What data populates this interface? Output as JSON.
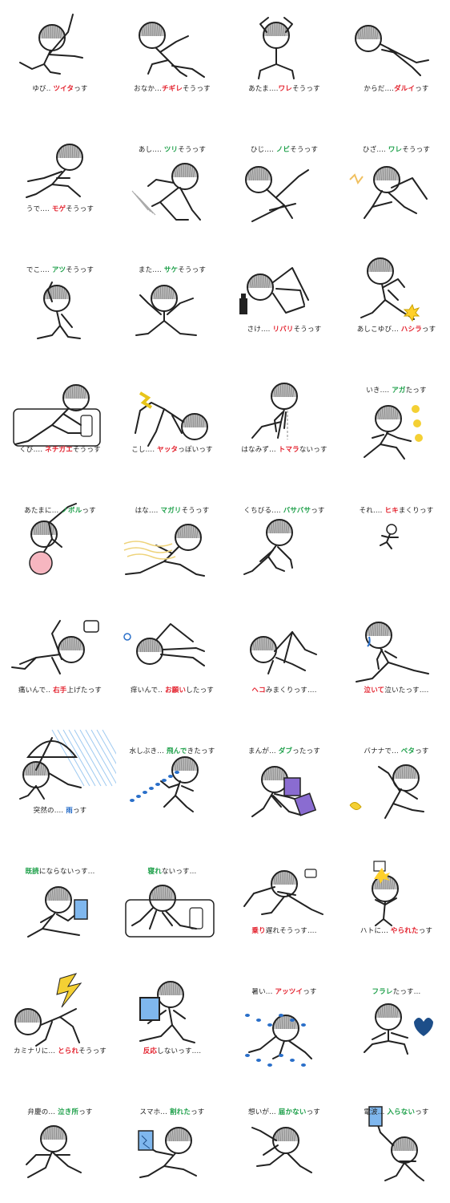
{
  "colors": {
    "green": "#1ea04a",
    "red": "#e3212d",
    "blue": "#2a6fc9",
    "stroke": "#222222",
    "hair": "#888888"
  },
  "stickers": [
    {
      "caption": [
        {
          "t": "ゆび.. "
        },
        {
          "t": "ツイタ",
          "c": "r"
        },
        {
          "t": "っす"
        }
      ],
      "cap_pos": "bottom",
      "pose": "reach",
      "icon": "stick-figure-icon"
    },
    {
      "caption": [
        {
          "t": "おなか..."
        },
        {
          "t": "チギレ",
          "c": "r"
        },
        {
          "t": "そうっす"
        }
      ],
      "cap_pos": "bottom",
      "pose": "crouch",
      "icon": "stick-figure-icon"
    },
    {
      "caption": [
        {
          "t": "あたま...."
        },
        {
          "t": "ワレ",
          "c": "r"
        },
        {
          "t": "そうっす"
        }
      ],
      "cap_pos": "bottom",
      "pose": "headhold",
      "icon": "stick-figure-icon"
    },
    {
      "caption": [
        {
          "t": "からだ...."
        },
        {
          "t": "ダルイ",
          "c": "r"
        },
        {
          "t": "っす"
        }
      ],
      "cap_pos": "bottom",
      "pose": "lying",
      "icon": "stick-figure-icon"
    },
    {
      "caption": [
        {
          "t": "うで.... "
        },
        {
          "t": "モゲ",
          "c": "r"
        },
        {
          "t": "そうっす"
        }
      ],
      "cap_pos": "bottom",
      "pose": "sit",
      "icon": "stick-figure-icon"
    },
    {
      "caption": [
        {
          "t": "あし.... "
        },
        {
          "t": "ツリ",
          "c": "g"
        },
        {
          "t": "そうっす"
        }
      ],
      "cap_pos": "top",
      "pose": "leg",
      "icon": "stick-figure-icon"
    },
    {
      "caption": [
        {
          "t": "ひじ.... "
        },
        {
          "t": "ノビ",
          "c": "g"
        },
        {
          "t": "そうっす"
        }
      ],
      "cap_pos": "top",
      "pose": "elbow",
      "icon": "stick-figure-icon"
    },
    {
      "caption": [
        {
          "t": "ひざ.... "
        },
        {
          "t": "ワレ",
          "c": "g"
        },
        {
          "t": "そうっす"
        }
      ],
      "cap_pos": "top",
      "pose": "knee",
      "icon": "stick-figure-icon"
    },
    {
      "caption": [
        {
          "t": "でこ.... "
        },
        {
          "t": "アツ",
          "c": "g"
        },
        {
          "t": "そうっす"
        }
      ],
      "cap_pos": "top",
      "pose": "forehead",
      "icon": "stick-figure-icon"
    },
    {
      "caption": [
        {
          "t": "また.... "
        },
        {
          "t": "サケ",
          "c": "g"
        },
        {
          "t": "そうっす"
        }
      ],
      "cap_pos": "top",
      "pose": "split",
      "icon": "stick-figure-icon"
    },
    {
      "caption": [
        {
          "t": "さけ.... "
        },
        {
          "t": "リバリ",
          "c": "r"
        },
        {
          "t": "そうっす"
        }
      ],
      "cap_pos": "bottom",
      "pose": "drunk",
      "icon": "stick-figure-icon"
    },
    {
      "caption": [
        {
          "t": "あしこゆび... "
        },
        {
          "t": "ハシラ",
          "c": "r"
        },
        {
          "t": "っす"
        }
      ],
      "cap_pos": "bottom",
      "pose": "toe",
      "icon": "stick-figure-icon"
    },
    {
      "caption": [
        {
          "t": "くび.... "
        },
        {
          "t": "ネチガエ",
          "c": "r"
        },
        {
          "t": "そうっす"
        }
      ],
      "cap_pos": "bottom",
      "pose": "bed",
      "icon": "stick-figure-icon"
    },
    {
      "caption": [
        {
          "t": "こし.... "
        },
        {
          "t": "ヤッタ",
          "c": "r"
        },
        {
          "t": "っぽいっす"
        }
      ],
      "cap_pos": "bottom",
      "pose": "back",
      "icon": "stick-figure-icon"
    },
    {
      "caption": [
        {
          "t": "はなみず... "
        },
        {
          "t": "トマラ",
          "c": "r"
        },
        {
          "t": "ないっす"
        }
      ],
      "cap_pos": "bottom",
      "pose": "runny",
      "icon": "stick-figure-icon"
    },
    {
      "caption": [
        {
          "t": "いき.... "
        },
        {
          "t": "アガ",
          "c": "g"
        },
        {
          "t": "たっす"
        }
      ],
      "cap_pos": "top",
      "pose": "breath",
      "icon": "stick-figure-icon"
    },
    {
      "caption": [
        {
          "t": "あたまに... "
        },
        {
          "t": "ノボル",
          "c": "g"
        },
        {
          "t": "っす"
        }
      ],
      "cap_pos": "top",
      "pose": "blood",
      "icon": "stick-figure-icon"
    },
    {
      "caption": [
        {
          "t": "はな.... "
        },
        {
          "t": "マガリ",
          "c": "g"
        },
        {
          "t": "そうっす"
        }
      ],
      "cap_pos": "top",
      "pose": "smell",
      "icon": "stick-figure-icon"
    },
    {
      "caption": [
        {
          "t": "くちびる.... "
        },
        {
          "t": "バサバサ",
          "c": "g"
        },
        {
          "t": "っす"
        }
      ],
      "cap_pos": "top",
      "pose": "lips",
      "icon": "stick-figure-icon"
    },
    {
      "caption": [
        {
          "t": "それ.... "
        },
        {
          "t": "ヒキ",
          "c": "r"
        },
        {
          "t": "まくりっす"
        }
      ],
      "cap_pos": "top",
      "pose": "tiny",
      "icon": "stick-figure-icon"
    },
    {
      "caption": [
        {
          "t": "痛いんで.. "
        },
        {
          "t": "右手",
          "c": "r"
        },
        {
          "t": "上げたっす"
        }
      ],
      "cap_pos": "bottom",
      "pose": "raise",
      "icon": "stick-figure-icon"
    },
    {
      "caption": [
        {
          "t": "痒いんで.. "
        },
        {
          "t": "お願い",
          "c": "r"
        },
        {
          "t": "したっす"
        }
      ],
      "cap_pos": "bottom",
      "pose": "itch",
      "icon": "stick-figure-icon"
    },
    {
      "caption": [
        {
          "t": "ヘコ",
          "c": "r"
        },
        {
          "t": "みまくりっす...."
        }
      ],
      "cap_pos": "bottom",
      "pose": "crawl",
      "icon": "stick-figure-icon"
    },
    {
      "caption": [
        {
          "t": "泣いて",
          "c": "r"
        },
        {
          "t": "泣いたっす...."
        }
      ],
      "cap_pos": "bottom",
      "pose": "cry",
      "icon": "stick-figure-icon"
    },
    {
      "caption": [
        {
          "t": "突然の.... "
        },
        {
          "t": "雨",
          "c": "b"
        },
        {
          "t": "っす"
        }
      ],
      "cap_pos": "bottom",
      "pose": "rain",
      "icon": "stick-figure-icon"
    },
    {
      "caption": [
        {
          "t": "水しぶき... "
        },
        {
          "t": "飛んで",
          "c": "g"
        },
        {
          "t": "きたっす"
        }
      ],
      "cap_pos": "top",
      "pose": "splash",
      "icon": "stick-figure-icon"
    },
    {
      "caption": [
        {
          "t": "まんが... "
        },
        {
          "t": "ダブ",
          "c": "g"
        },
        {
          "t": "ったっす"
        }
      ],
      "cap_pos": "top",
      "pose": "manga",
      "icon": "stick-figure-icon"
    },
    {
      "caption": [
        {
          "t": "バナナで... "
        },
        {
          "t": "ベタ",
          "c": "g"
        },
        {
          "t": "っす"
        }
      ],
      "cap_pos": "top",
      "pose": "banana",
      "icon": "stick-figure-icon"
    },
    {
      "caption": [
        {
          "t": "既読",
          "c": "g"
        },
        {
          "t": "にならないっす..."
        }
      ],
      "cap_pos": "top",
      "pose": "phone",
      "icon": "stick-figure-icon"
    },
    {
      "caption": [
        {
          "t": "寝れ",
          "c": "g"
        },
        {
          "t": "ないっす..."
        }
      ],
      "cap_pos": "top",
      "pose": "sleep",
      "icon": "stick-figure-icon"
    },
    {
      "caption": [
        {
          "t": "乗り",
          "c": "r"
        },
        {
          "t": "遅れそうっす...."
        }
      ],
      "cap_pos": "bottom",
      "pose": "late",
      "icon": "stick-figure-icon"
    },
    {
      "caption": [
        {
          "t": "ハトに... "
        },
        {
          "t": "やられた",
          "c": "r"
        },
        {
          "t": "っす"
        }
      ],
      "cap_pos": "bottom",
      "pose": "pigeon",
      "icon": "stick-figure-icon"
    },
    {
      "caption": [
        {
          "t": "カミナリに... "
        },
        {
          "t": "とられ",
          "c": "r"
        },
        {
          "t": "そうっす"
        }
      ],
      "cap_pos": "bottom",
      "pose": "thunder",
      "icon": "stick-figure-icon"
    },
    {
      "caption": [
        {
          "t": "反応",
          "c": "r"
        },
        {
          "t": "しないっす...."
        }
      ],
      "cap_pos": "bottom",
      "pose": "noreact",
      "icon": "stick-figure-icon"
    },
    {
      "caption": [
        {
          "t": "暑い... "
        },
        {
          "t": "アッツイ",
          "c": "r"
        },
        {
          "t": "っす"
        }
      ],
      "cap_pos": "top",
      "pose": "hot",
      "icon": "stick-figure-icon"
    },
    {
      "caption": [
        {
          "t": "フラレ",
          "c": "g"
        },
        {
          "t": "たっす..."
        }
      ],
      "cap_pos": "top",
      "pose": "heartbreak",
      "icon": "stick-figure-icon"
    },
    {
      "caption": [
        {
          "t": "弁慶の... "
        },
        {
          "t": "泣き所",
          "c": "g"
        },
        {
          "t": "っす"
        }
      ],
      "cap_pos": "top",
      "pose": "shin",
      "icon": "stick-figure-icon"
    },
    {
      "caption": [
        {
          "t": "スマホ... "
        },
        {
          "t": "割れた",
          "c": "g"
        },
        {
          "t": "っす"
        }
      ],
      "cap_pos": "top",
      "pose": "cracked",
      "icon": "stick-figure-icon"
    },
    {
      "caption": [
        {
          "t": "想いが... "
        },
        {
          "t": "届かない",
          "c": "g"
        },
        {
          "t": "っす"
        }
      ],
      "cap_pos": "top",
      "pose": "reachout",
      "icon": "stick-figure-icon"
    },
    {
      "caption": [
        {
          "t": "電波... "
        },
        {
          "t": "入らない",
          "c": "g"
        },
        {
          "t": "っす"
        }
      ],
      "cap_pos": "top",
      "pose": "signal",
      "icon": "stick-figure-icon"
    }
  ]
}
